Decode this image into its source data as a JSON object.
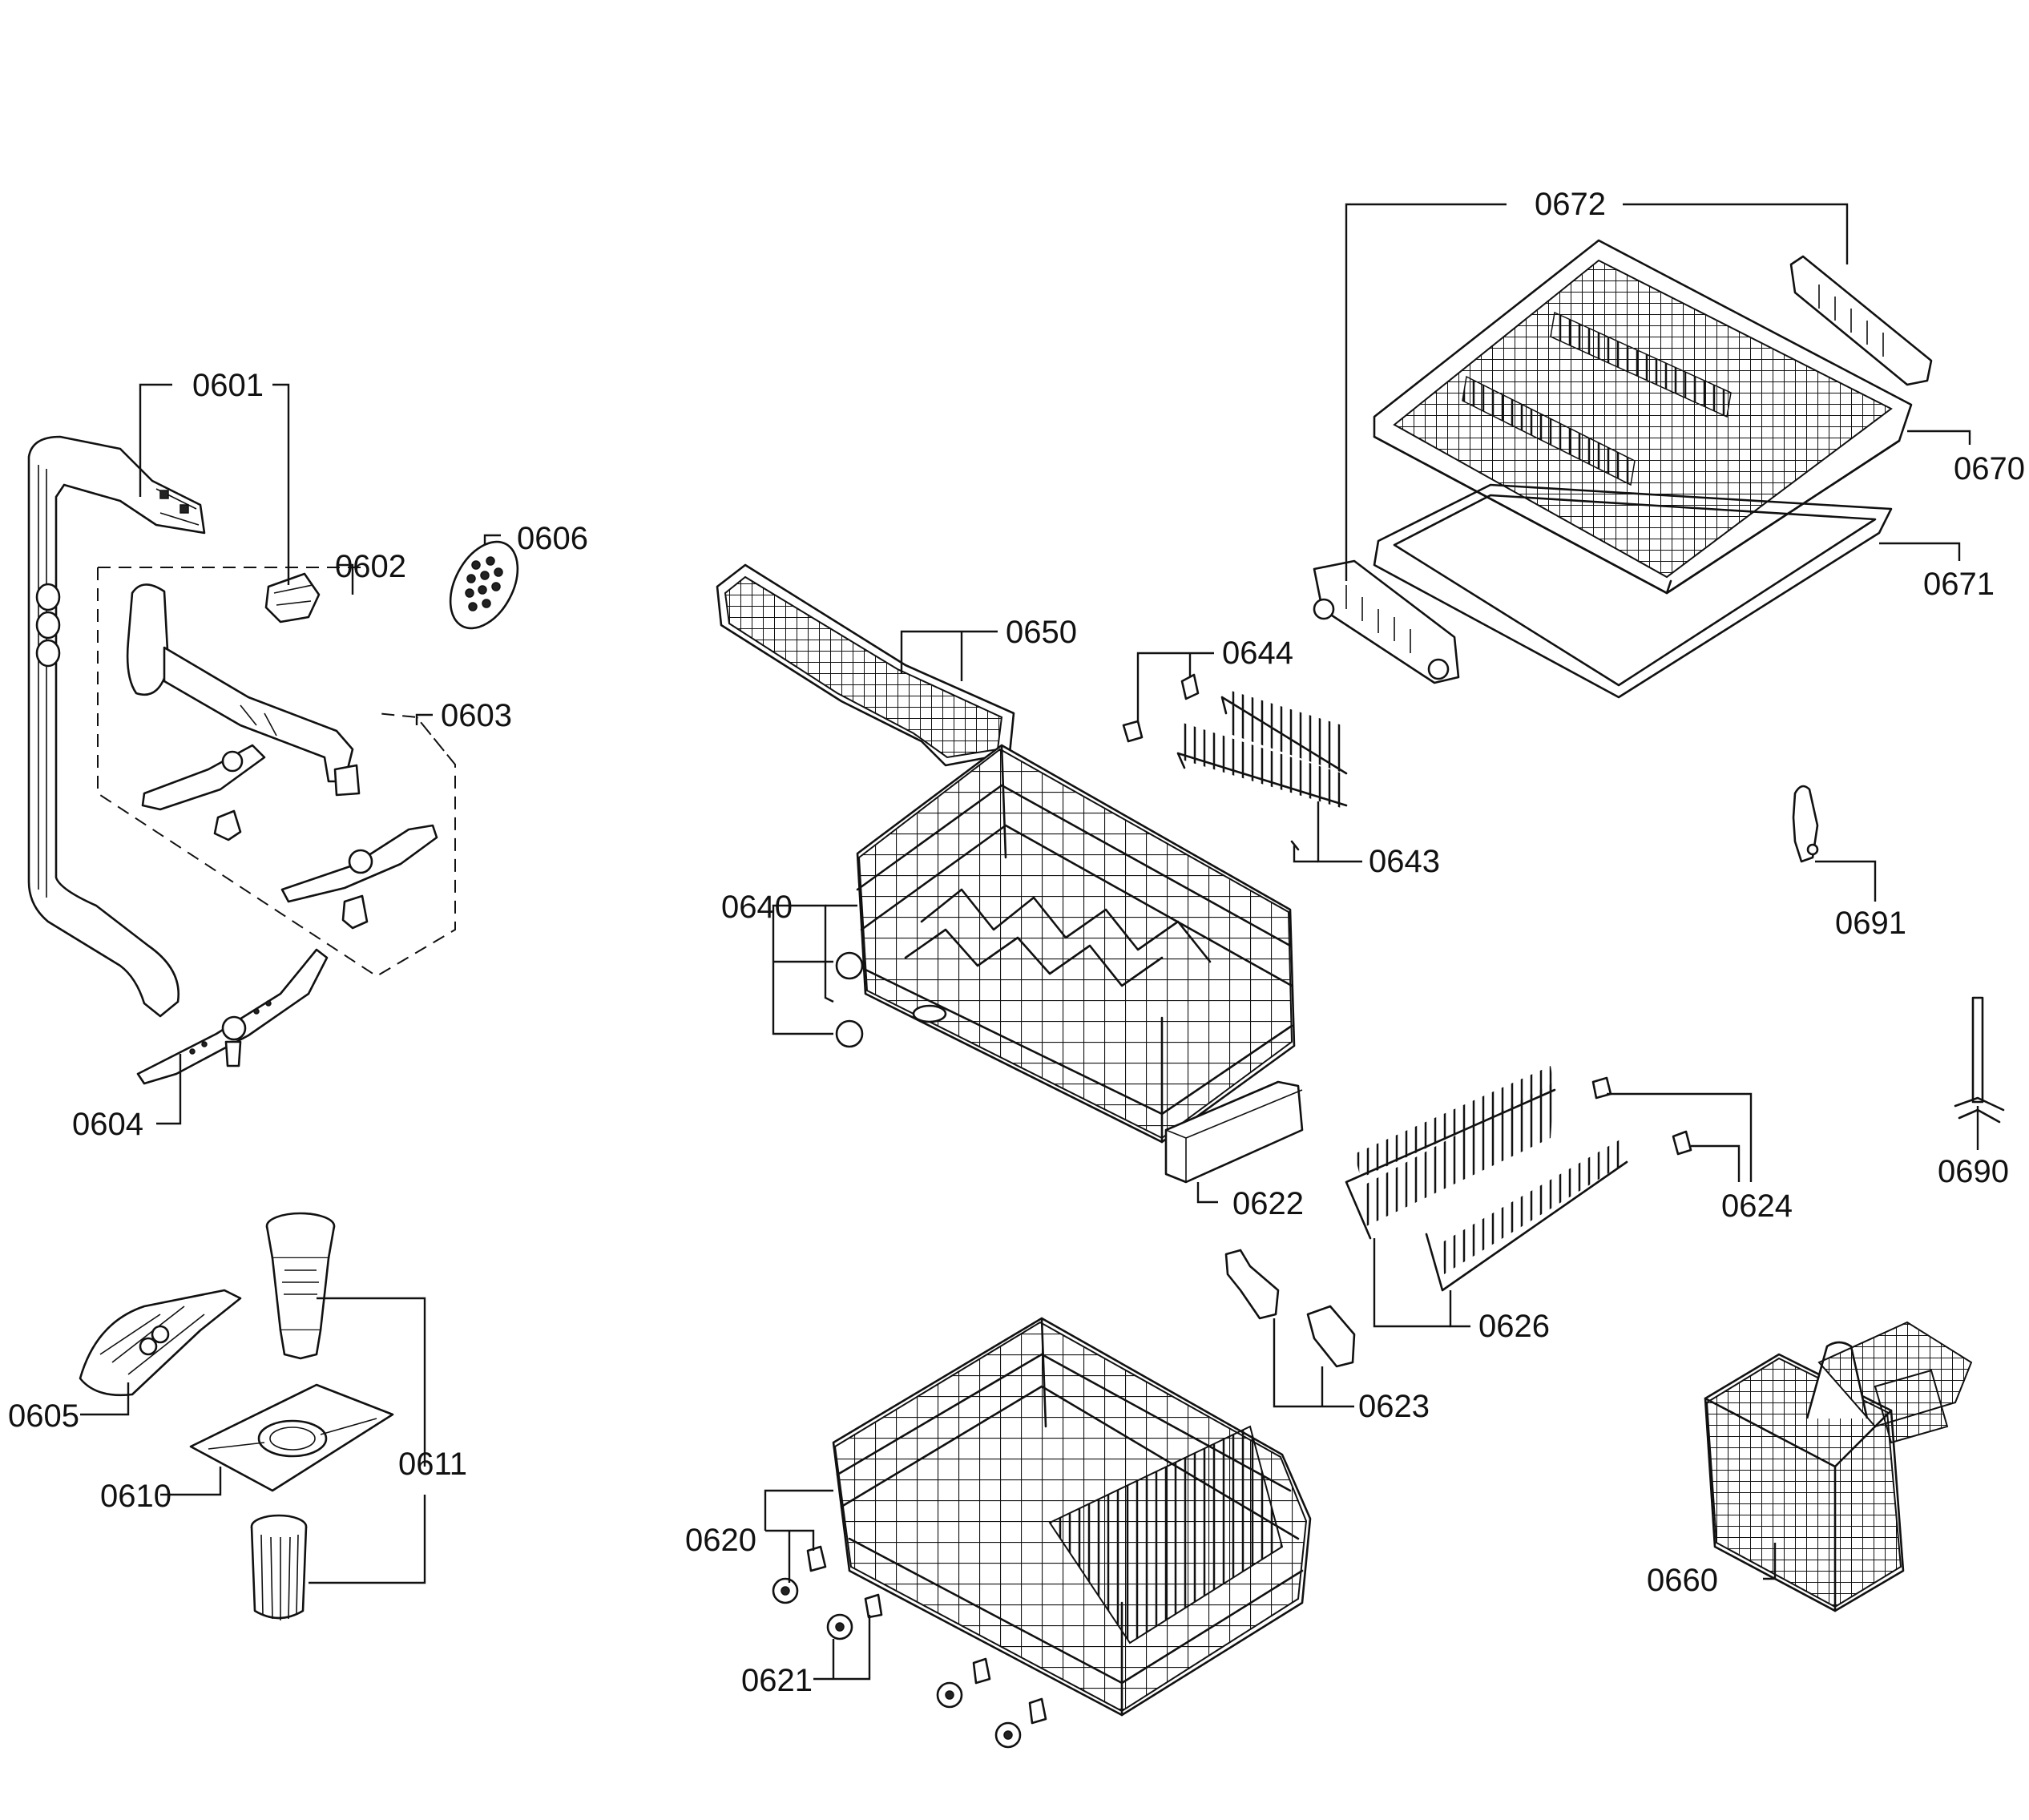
{
  "diagram": {
    "labels": {
      "p0601": "0601",
      "p0602": "0602",
      "p0603": "0603",
      "p0604": "0604",
      "p0605": "0605",
      "p0606": "0606",
      "p0610": "0610",
      "p0611": "0611",
      "p0620": "0620",
      "p0621": "0621",
      "p0622": "0622",
      "p0623": "0623",
      "p0624": "0624",
      "p0626": "0626",
      "p0640": "0640",
      "p0643": "0643",
      "p0644": "0644",
      "p0650": "0650",
      "p0660": "0660",
      "p0670": "0670",
      "p0671": "0671",
      "p0672": "0672",
      "p0690": "0690",
      "p0691": "0691"
    }
  }
}
